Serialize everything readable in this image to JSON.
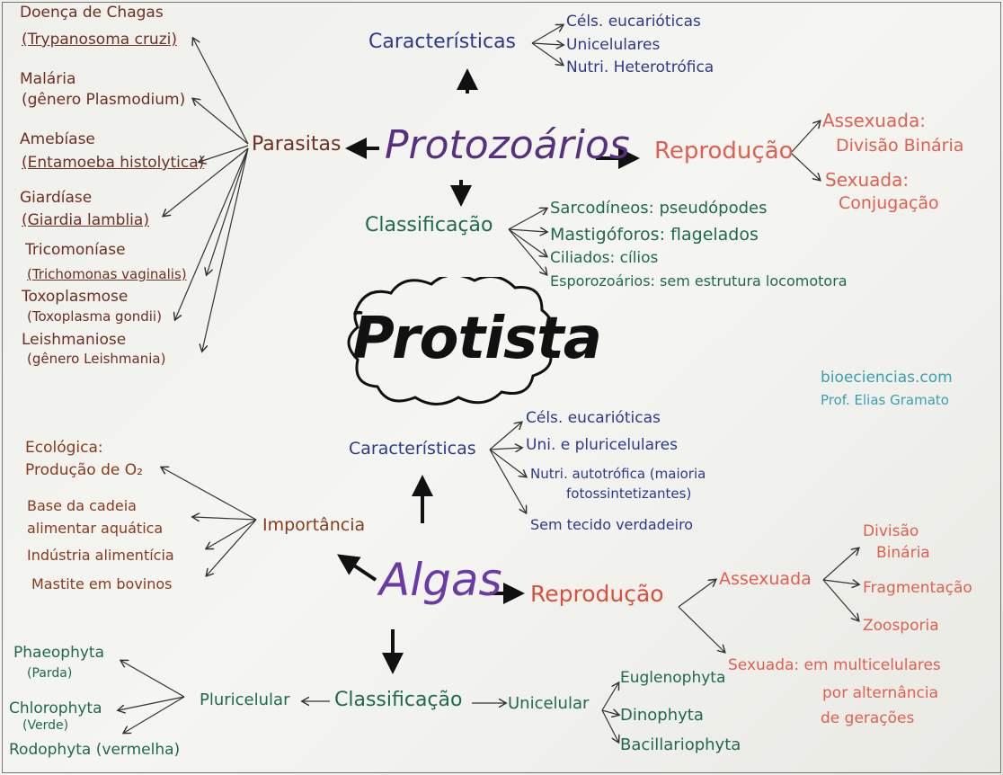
{
  "center": {
    "title": "Protista"
  },
  "credit": {
    "site": "bioeciencias.com",
    "author": "Prof. Elias Gramato"
  },
  "protozoarios": {
    "title": "Protozoários",
    "caracteristicas": {
      "label": "Características",
      "items": [
        "Céls. eucarióticas",
        "Unicelulares",
        "Nutri. Heterotrófica"
      ]
    },
    "reproducao": {
      "label": "Reprodução",
      "assexuada": "Assexuada:",
      "assexuada_tipo": "Divisão Binária",
      "sexuada": "Sexuada:",
      "sexuada_tipo": "Conjugação"
    },
    "classificacao": {
      "label": "Classificação",
      "items": [
        "Sarcodíneos: pseudópodes",
        "Mastigóforos: flagelados",
        "Ciliados: cílios",
        "Esporozoários: sem estrutura locomotora"
      ]
    },
    "parasitas": {
      "label": "Parasitas",
      "items": [
        {
          "disease": "Doença de Chagas",
          "agent": "(Trypanosoma cruzi)"
        },
        {
          "disease": "Malária",
          "agent": "(gênero Plasmodium)"
        },
        {
          "disease": "Amebíase",
          "agent": "(Entamoeba histolytica)"
        },
        {
          "disease": "Giardíase",
          "agent": "(Giardia lamblia)"
        },
        {
          "disease": "Tricomoníase",
          "agent": "(Trichomonas vaginalis)"
        },
        {
          "disease": "Toxoplasmose",
          "agent": "(Toxoplasma gondii)"
        },
        {
          "disease": "Leishmaniose",
          "agent": "(gênero Leishmania)"
        }
      ]
    }
  },
  "algas": {
    "title": "Algas",
    "caracteristicas": {
      "label": "Características",
      "items": [
        "Céls. eucarióticas",
        "Uni. e pluricelulares",
        "Nutri. autotrófica (maioria",
        "fotossintetizantes)",
        "Sem tecido verdadeiro"
      ]
    },
    "importancia": {
      "label": "Importância",
      "items": [
        "Ecológica:",
        "Produção de O₂",
        "Base da cadeia",
        "alimentar aquática",
        "Indústria alimentícia",
        "Mastite em bovinos"
      ]
    },
    "reproducao": {
      "label": "Reprodução",
      "assexuada": "Assexuada",
      "assexuada_tipos": [
        "Divisão",
        "Binária",
        "Fragmentação",
        "Zoosporia"
      ],
      "sexuada": "Sexuada: em multicelulares",
      "sexuada_2": "por alternância",
      "sexuada_3": "de gerações"
    },
    "classificacao": {
      "label": "Classificação",
      "pluricelular": {
        "label": "Pluricelular",
        "items": [
          "Phaeophyta",
          "(Parda)",
          "Chlorophyta",
          "(Verde)",
          "Rodophyta (vermelha)"
        ]
      },
      "unicelular": {
        "label": "Unicelular",
        "items": [
          "Euglenophyta",
          "Dinophyta",
          "Bacillariophyta"
        ]
      }
    }
  }
}
